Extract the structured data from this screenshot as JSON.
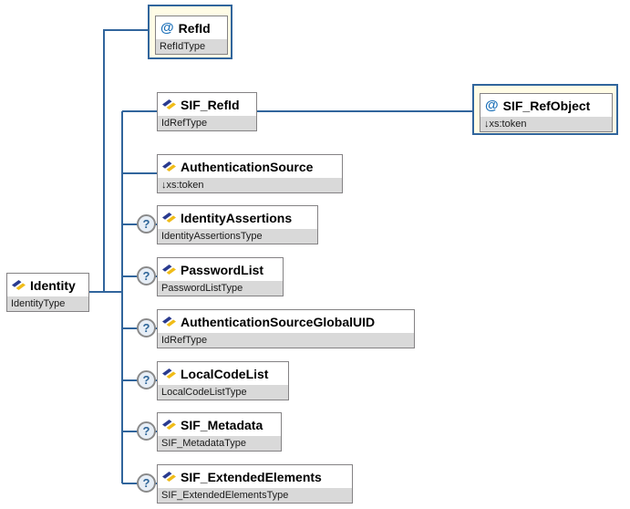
{
  "nodes": {
    "identity": {
      "label": "Identity",
      "type": "IdentityType"
    },
    "refid": {
      "label": "RefId",
      "type": "RefIdType"
    },
    "sif_refid": {
      "label": "SIF_RefId",
      "type": "IdRefType"
    },
    "sif_refobject": {
      "label": "SIF_RefObject",
      "type": "↓xs:token"
    },
    "authenticationsource": {
      "label": "AuthenticationSource",
      "type": "↓xs:token"
    },
    "identityassertions": {
      "label": "IdentityAssertions",
      "type": "IdentityAssertionsType"
    },
    "passwordlist": {
      "label": "PasswordList",
      "type": "PasswordListType"
    },
    "authsourceglobaluid": {
      "label": "AuthenticationSourceGlobalUID",
      "type": "IdRefType"
    },
    "localcodelist": {
      "label": "LocalCodeList",
      "type": "LocalCodeListType"
    },
    "sif_metadata": {
      "label": "SIF_Metadata",
      "type": "SIF_MetadataType"
    },
    "sif_extendedelements": {
      "label": "SIF_ExtendedElements",
      "type": "SIF_ExtendedElementsType"
    }
  },
  "icons": {
    "attribute_glyph": "@",
    "optional_glyph": "?",
    "element_icon": "blue-yellow-diamond"
  },
  "colors": {
    "connector": "#31659c",
    "box_border": "#848284",
    "strip_bg": "#d9d9d9",
    "attr_container_bg": "#fffce6",
    "attr_container_border": "#31659c",
    "attribute_glyph_color": "#1c70b8",
    "optional_badge_bg": "#e7eef6",
    "element_icon_blue": "#2a3b8f",
    "element_icon_yellow": "#f0bc18"
  }
}
